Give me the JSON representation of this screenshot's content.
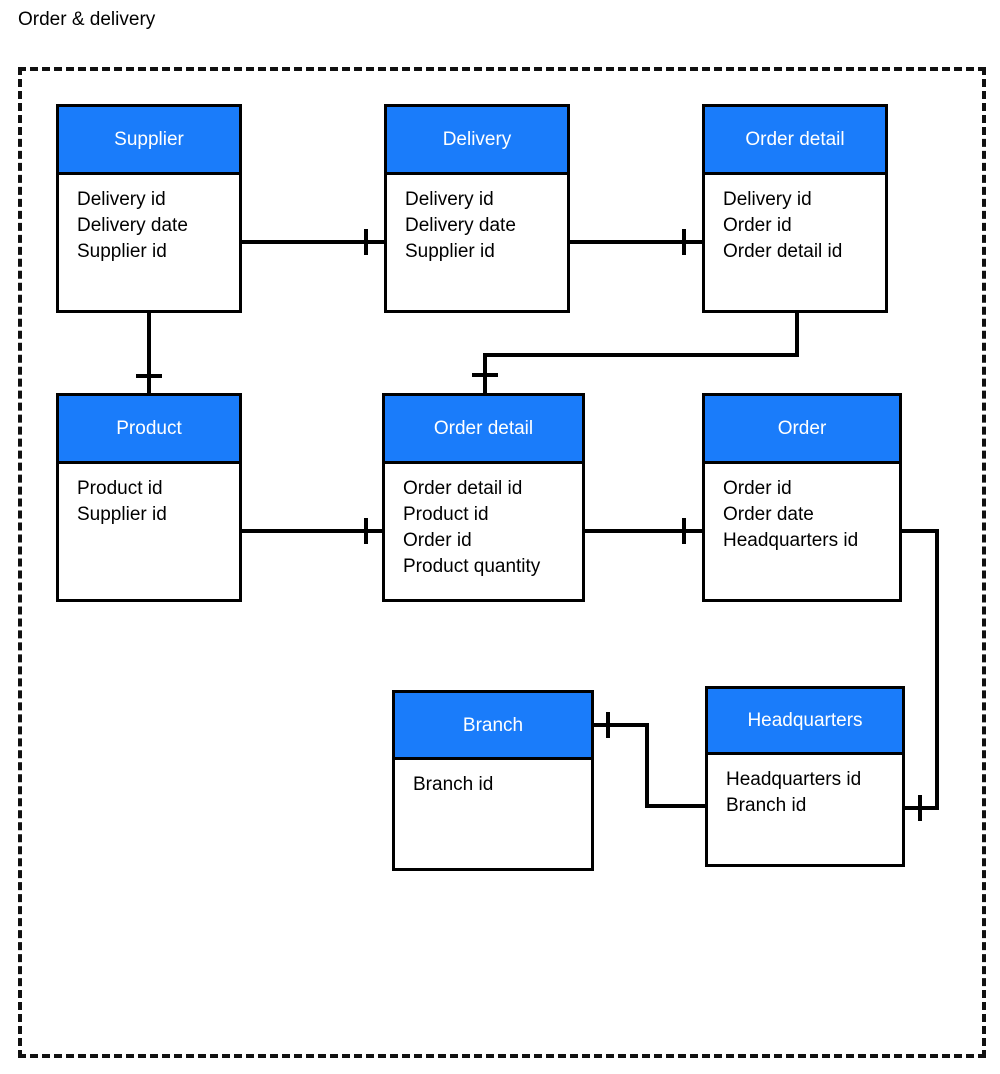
{
  "diagram": {
    "title": "Order & delivery",
    "colors": {
      "header_fill": "#1a7cfa",
      "header_text": "#ffffff",
      "border": "#000000",
      "body_fill": "#ffffff",
      "frame_border": "#111111"
    },
    "entities": [
      {
        "id": "supplier",
        "name": "Supplier",
        "attributes": [
          "Delivery id",
          "Delivery date",
          "Supplier id"
        ]
      },
      {
        "id": "delivery",
        "name": "Delivery",
        "attributes": [
          "Delivery id",
          "Delivery date",
          "Supplier id"
        ]
      },
      {
        "id": "order-detail-top",
        "name": "Order detail",
        "attributes": [
          "Delivery id",
          "Order id",
          "Order detail id"
        ]
      },
      {
        "id": "product",
        "name": "Product",
        "attributes": [
          "Product id",
          "Supplier id"
        ]
      },
      {
        "id": "order-detail-mid",
        "name": "Order detail",
        "attributes": [
          "Order detail id",
          "Product id",
          "Order id",
          "Product quantity"
        ]
      },
      {
        "id": "order",
        "name": "Order",
        "attributes": [
          "Order id",
          "Order date",
          "Headquarters id"
        ]
      },
      {
        "id": "branch",
        "name": "Branch",
        "attributes": [
          "Branch id"
        ]
      },
      {
        "id": "headquarters",
        "name": "Headquarters",
        "attributes": [
          "Headquarters id",
          "Branch id"
        ]
      }
    ],
    "relationships": [
      {
        "from": "supplier",
        "to": "delivery"
      },
      {
        "from": "delivery",
        "to": "order-detail-top"
      },
      {
        "from": "supplier",
        "to": "product"
      },
      {
        "from": "order-detail-top",
        "to": "order-detail-mid"
      },
      {
        "from": "product",
        "to": "order-detail-mid"
      },
      {
        "from": "order-detail-mid",
        "to": "order"
      },
      {
        "from": "branch",
        "to": "headquarters"
      },
      {
        "from": "order",
        "to": "headquarters"
      }
    ]
  }
}
